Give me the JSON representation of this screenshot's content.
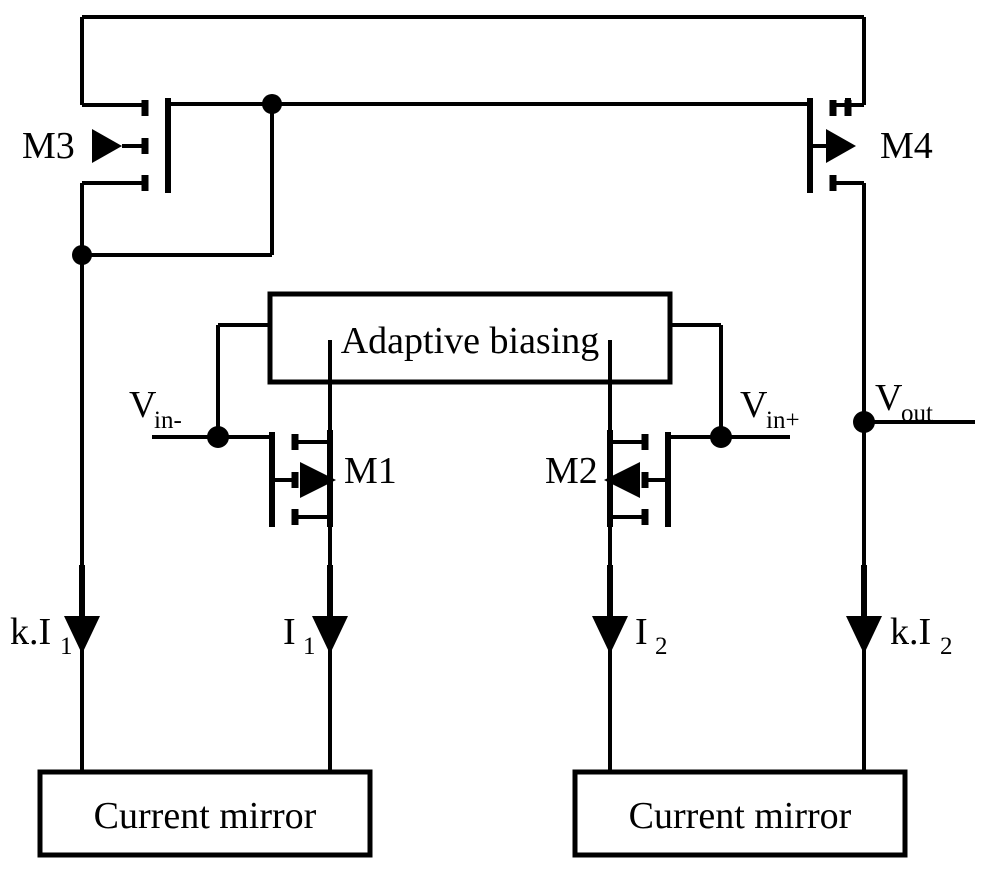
{
  "diagram": {
    "title": "Adaptive biasing differential amplifier schematic",
    "line_color": "#000000",
    "background_color": "#ffffff"
  },
  "blocks": {
    "adaptive_biasing": {
      "label": "Adaptive biasing"
    },
    "current_mirror_left": {
      "label": "Current mirror"
    },
    "current_mirror_right": {
      "label": "Current mirror"
    }
  },
  "transistors": {
    "m3": {
      "label": "M3",
      "type": "pmos",
      "arrow": "left"
    },
    "m4": {
      "label": "M4",
      "type": "pmos",
      "arrow": "right"
    },
    "m1": {
      "label": "M1",
      "type": "nmos",
      "arrow": "right"
    },
    "m2": {
      "label": "M2",
      "type": "nmos",
      "arrow": "left"
    }
  },
  "nets": {
    "vin_minus": {
      "base": "V",
      "sub": "in-"
    },
    "vin_plus": {
      "base": "V",
      "sub": "in+"
    },
    "vout": {
      "base": "V",
      "sub": "out"
    }
  },
  "currents": {
    "k_i1": {
      "base": "k.I",
      "sub": "1",
      "direction": "down"
    },
    "i1": {
      "base": "I",
      "sub": "1",
      "direction": "down"
    },
    "i2": {
      "base": "I",
      "sub": "2",
      "direction": "down"
    },
    "k_i2": {
      "base": "k.I",
      "sub": "2",
      "direction": "down"
    }
  }
}
